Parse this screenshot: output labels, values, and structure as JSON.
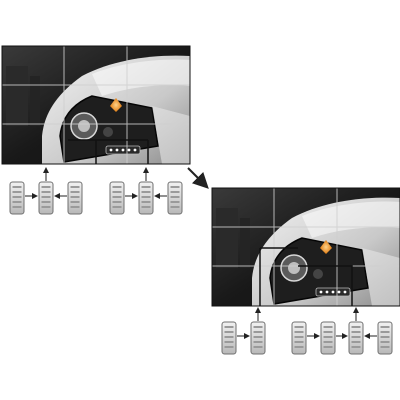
{
  "colors": {
    "background": "#ffffff",
    "panel_edge": "#111111",
    "grid_line": "#cfcfcf",
    "connector": "#222222",
    "module_fill_top": "#f2f2f2",
    "module_fill_bottom": "#b8b8b8",
    "module_stroke": "#6f6f6f",
    "headlight_accent": "#e07a10"
  },
  "icons": {
    "display_panel": "car-headlight-photo-icon",
    "module": "display-controller-box-icon",
    "transition_arrow": "diagonal-arrow-icon"
  },
  "diagram": {
    "description_visible_text": "",
    "walls": [
      {
        "id": "wall-1",
        "grid": {
          "columns": 3,
          "rows": 3
        },
        "module_groups": [
          {
            "id": "group-1",
            "module_count": 3
          },
          {
            "id": "group-2",
            "module_count": 3
          }
        ]
      },
      {
        "id": "wall-2",
        "grid": {
          "columns": 3,
          "rows": 3
        },
        "module_groups": [
          {
            "id": "group-1",
            "module_count": 2
          },
          {
            "id": "group-2",
            "module_count": 4
          }
        ]
      }
    ]
  }
}
